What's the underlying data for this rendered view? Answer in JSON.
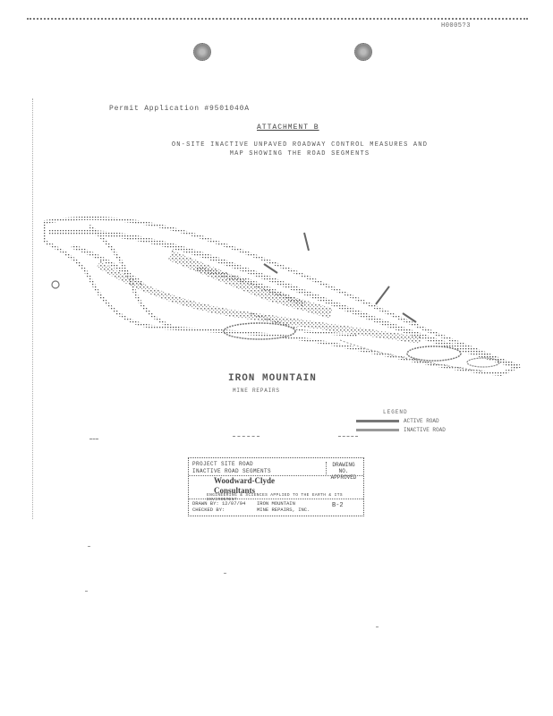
{
  "header": {
    "stamp": "H0005?3"
  },
  "document": {
    "permit_line": "Permit Application #9501040A",
    "attachment": "ATTACHMENT B",
    "caption_line1": "ON-SITE INACTIVE UNPAVED ROADWAY CONTROL MEASURES AND",
    "caption_line2": "MAP SHOWING THE ROAD SEGMENTS"
  },
  "map": {
    "label": "IRON MOUNTAIN",
    "sublabel": "MINE REPAIRS",
    "legend_title": "LEGEND",
    "legend_items": [
      {
        "label": "ACTIVE ROAD",
        "color": "#777777"
      },
      {
        "label": "INACTIVE ROAD",
        "color": "#999999"
      }
    ]
  },
  "title_block": {
    "row1": "PROJECT SITE ROAD",
    "row2": "INACTIVE ROAD SEGMENTS",
    "sheet_label": "DRAWING NO.",
    "sheet_value": "APPROVED",
    "company_line1": "Woodward-Clyde",
    "company_line2": "Consultants",
    "company_sub": "ENGINEERING & SCIENCES APPLIED TO THE EARTH & ITS ENVIRONMENT",
    "bottom_date": "DRAWN BY: 12/07/94",
    "bottom_proj": "IRON MOUNTAIN",
    "bottom_app": "CHECKED BY:",
    "bottom_desc": "MINE REPAIRS, INC.",
    "sheet_num": "B-2"
  }
}
